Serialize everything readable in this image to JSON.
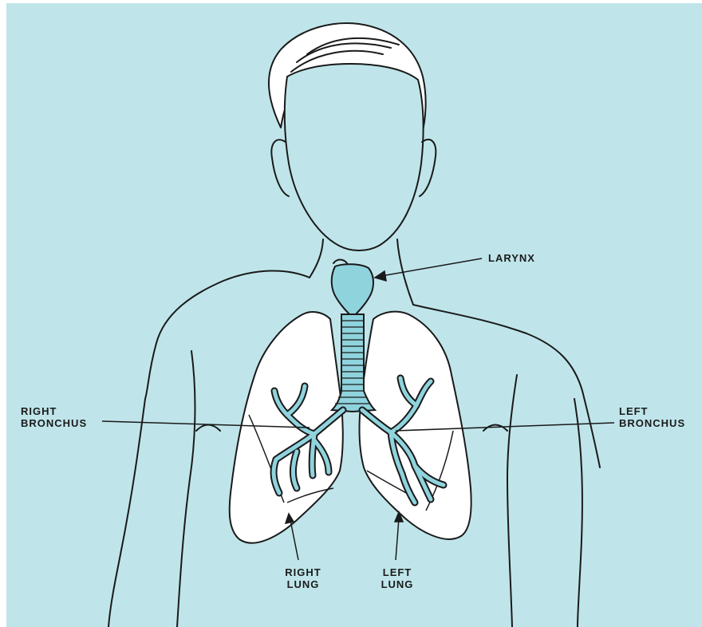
{
  "diagram": {
    "labels": {
      "larynx": "LARYNX",
      "right_bronchus": [
        "RIGHT",
        "BRONCHUS"
      ],
      "left_bronchus": [
        "LEFT",
        "BRONCHUS"
      ],
      "right_lung": [
        "RIGHT",
        "LUNG"
      ],
      "left_lung": [
        "LEFT",
        "LUNG"
      ]
    },
    "colors": {
      "background": "#bfe5ea",
      "airway": "#8fd3dd",
      "lung_fill": "#ffffff",
      "outline": "#1a1a1a"
    }
  }
}
